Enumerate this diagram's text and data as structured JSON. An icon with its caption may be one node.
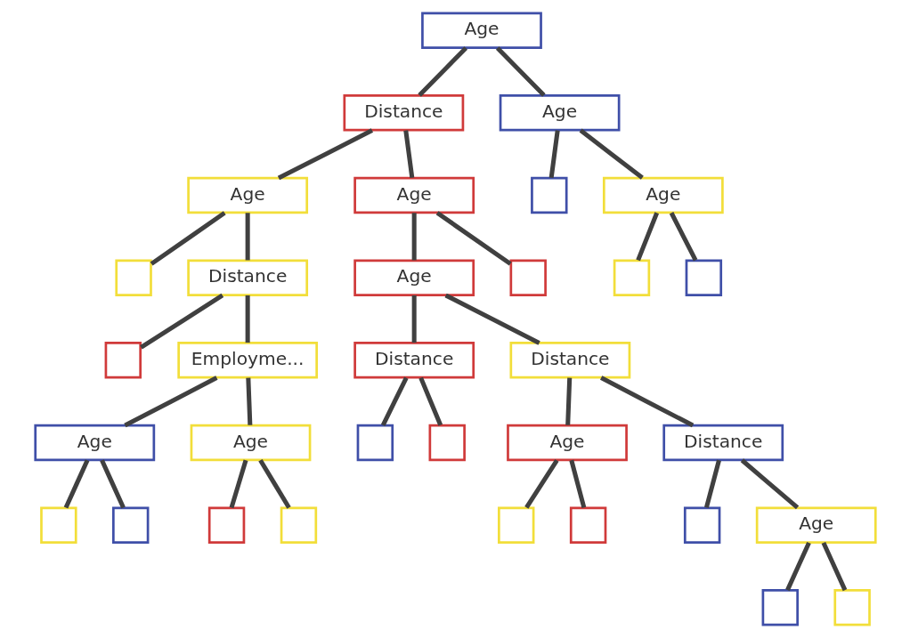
{
  "diagram": {
    "nodes": [
      {
        "text": [
          "Age"
        ]
      },
      {
        "text": [
          "Distance"
        ]
      },
      {
        "text": [
          "Age"
        ]
      },
      {
        "text": [
          "Age"
        ]
      },
      {
        "text": [
          "Age"
        ]
      },
      {
        "text": [],
        "shape": "box"
      },
      {
        "text": [
          "Age"
        ]
      },
      {
        "text": [],
        "shape": "box"
      },
      {
        "text": [
          "Distance"
        ]
      },
      {
        "text": [
          "Age"
        ]
      },
      {
        "text": [],
        "shape": "box"
      },
      {
        "text": [],
        "shape": "box"
      },
      {
        "text": [],
        "shape": "box"
      },
      {
        "text": [],
        "shape": "box"
      },
      {
        "text": [
          "Employme..."
        ]
      },
      {
        "text": [
          "Distance"
        ]
      },
      {
        "text": [
          "Distance"
        ]
      },
      {
        "text": [
          "Age"
        ]
      },
      {
        "text": [
          "Age"
        ]
      },
      {
        "text": [],
        "shape": "box"
      },
      {
        "text": [],
        "shape": "box"
      },
      {
        "text": [
          "Age"
        ]
      },
      {
        "text": [
          "Distance"
        ]
      },
      {
        "text": [],
        "shape": "box"
      },
      {
        "text": [],
        "shape": "box"
      },
      {
        "text": [],
        "shape": "box"
      },
      {
        "text": [],
        "shape": "box"
      },
      {
        "text": [],
        "shape": "box"
      },
      {
        "text": [],
        "shape": "box"
      },
      {
        "text": [],
        "shape": "box"
      },
      {
        "text": [
          "Age"
        ]
      },
      {
        "text": [],
        "shape": "box"
      },
      {
        "text": [],
        "shape": "box"
      }
    ],
    "edges": [
      {
        "from": 0,
        "to": 1,
        "arrow": "none"
      },
      {
        "from": 0,
        "to": 2,
        "arrow": "none"
      },
      {
        "from": 1,
        "to": 3,
        "arrow": "none"
      },
      {
        "from": 1,
        "to": 4,
        "arrow": "none"
      },
      {
        "from": 2,
        "to": 5,
        "arrow": "none"
      },
      {
        "from": 2,
        "to": 6,
        "arrow": "none"
      },
      {
        "from": 3,
        "to": 7,
        "arrow": "none"
      },
      {
        "from": 3,
        "to": 8,
        "arrow": "none"
      },
      {
        "from": 4,
        "to": 9,
        "arrow": "none"
      },
      {
        "from": 4,
        "to": 10,
        "arrow": "none"
      },
      {
        "from": 6,
        "to": 11,
        "arrow": "none"
      },
      {
        "from": 6,
        "to": 12,
        "arrow": "none"
      },
      {
        "from": 8,
        "to": 13,
        "arrow": "none"
      },
      {
        "from": 8,
        "to": 14,
        "arrow": "none"
      },
      {
        "from": 9,
        "to": 15,
        "arrow": "none"
      },
      {
        "from": 9,
        "to": 16,
        "arrow": "none"
      },
      {
        "from": 14,
        "to": 17,
        "arrow": "none"
      },
      {
        "from": 14,
        "to": 18,
        "arrow": "none"
      },
      {
        "from": 15,
        "to": 19,
        "arrow": "none"
      },
      {
        "from": 15,
        "to": 20,
        "arrow": "none"
      },
      {
        "from": 16,
        "to": 21,
        "arrow": "none"
      },
      {
        "from": 16,
        "to": 22,
        "arrow": "none"
      },
      {
        "from": 17,
        "to": 23,
        "arrow": "none"
      },
      {
        "from": 17,
        "to": 24,
        "arrow": "none"
      },
      {
        "from": 18,
        "to": 25,
        "arrow": "none"
      },
      {
        "from": 18,
        "to": 26,
        "arrow": "none"
      },
      {
        "from": 21,
        "to": 27,
        "arrow": "none"
      },
      {
        "from": 21,
        "to": 28,
        "arrow": "none"
      },
      {
        "from": 22,
        "to": 29,
        "arrow": "none"
      },
      {
        "from": 22,
        "to": 30,
        "arrow": "none"
      },
      {
        "from": 30,
        "to": 31,
        "arrow": "none"
      },
      {
        "from": 30,
        "to": 32,
        "arrow": "none"
      }
    ]
  }
}
